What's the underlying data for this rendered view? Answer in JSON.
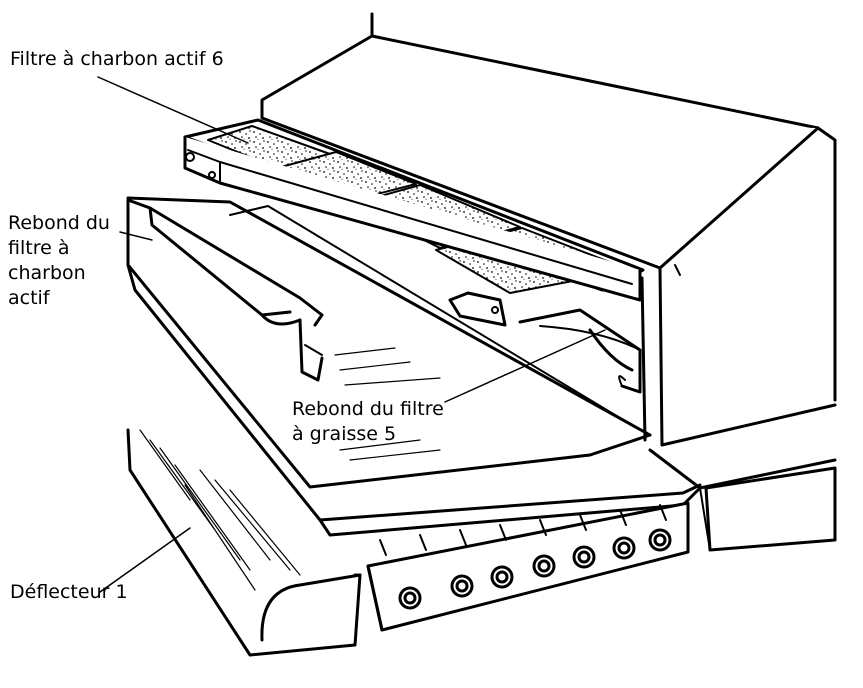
{
  "labels": {
    "filtre_charbon": "Filtre à charbon actif 6",
    "rebond_charbon": [
      "Rebond du",
      "filtre à",
      "charbon",
      "actif"
    ],
    "rebond_graisse": [
      "Rebond du filtre",
      "à graisse 5"
    ],
    "deflecteur": "Déflecteur 1"
  },
  "colors": {
    "ink": "#000000",
    "paper": "#ffffff"
  }
}
